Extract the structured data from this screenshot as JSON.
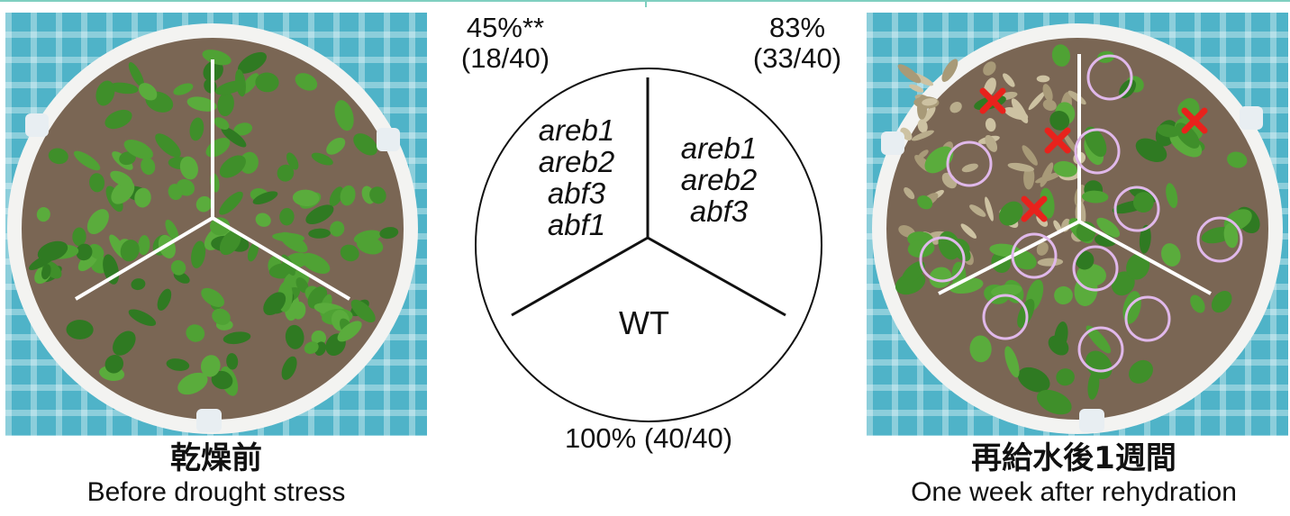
{
  "left_photo": {
    "caption_jp": "乾燥前",
    "caption_en": "Before drought stress"
  },
  "right_photo": {
    "caption_jp": "再給水後1週間",
    "caption_en": "One week after rehydration",
    "survived_marker": "circle",
    "survived_color": "#e0b8ea",
    "dead_marker": "cross",
    "dead_color": "#e8221c"
  },
  "diagram": {
    "sectors": [
      {
        "genotype_lines": [
          "areb1",
          "areb2",
          "abf3",
          "abf1"
        ],
        "percent": "45%**",
        "count": "(18/40)"
      },
      {
        "genotype_lines": [
          "areb1",
          "areb2",
          "abf3"
        ],
        "percent": "83%",
        "count": "(33/40)"
      },
      {
        "genotype_lines": [
          "WT"
        ],
        "label": "100% (40/40)"
      }
    ]
  }
}
